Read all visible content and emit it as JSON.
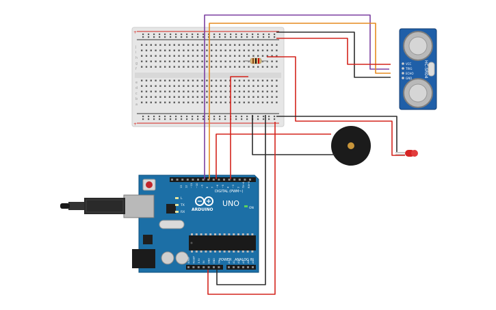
{
  "colors": {
    "arduino_blue": "#1c6fa6",
    "arduino_dark": "#0e4f7c",
    "breadboard": "#e9e9e9",
    "sensor_blue": "#1f5fa8",
    "wire_red": "#d4231c",
    "wire_black": "#2b2b2b",
    "wire_purple": "#7b3fa0",
    "wire_orange": "#e58a1f",
    "buzzer": "#1b1b1b",
    "led": "#d62424"
  },
  "arduino": {
    "brand": "ARDUINO",
    "model": "UNO",
    "on_label": "ON",
    "digital_label": "DIGITAL (PWM~)",
    "power_label": "POWER",
    "analog_label": "ANALOG IN",
    "aref": "AREF",
    "gnd": "GND",
    "tx": "TX",
    "rx": "RX",
    "l": "L",
    "digital_pins": [
      "13",
      "12",
      "~11",
      "~10",
      "~9",
      "8",
      "7",
      "~6",
      "~5",
      "4",
      "~3",
      "2",
      "TX→1",
      "RX←0"
    ],
    "power_pins": [
      "IOREF",
      "RESET",
      "3.3V",
      "5V",
      "GND",
      "GND",
      "Vin"
    ],
    "analog_pins": [
      "A0",
      "A1",
      "A2",
      "A3",
      "A4",
      "A5"
    ]
  },
  "sensor": {
    "model": "HC-SR04",
    "pins": [
      "VCC",
      "TRIG",
      "ECHO",
      "GND"
    ]
  },
  "breadboard": {
    "row_letters_top": [
      "j",
      "i",
      "h",
      "g",
      "f"
    ],
    "row_letters_bottom": [
      "e",
      "d",
      "c",
      "b",
      "a"
    ],
    "plus": "+",
    "minus": "-"
  },
  "icons": {
    "usb": "usb-plug-icon",
    "reset": "reset-button-icon",
    "infinity_logo": "arduino-infinity-logo-icon"
  }
}
